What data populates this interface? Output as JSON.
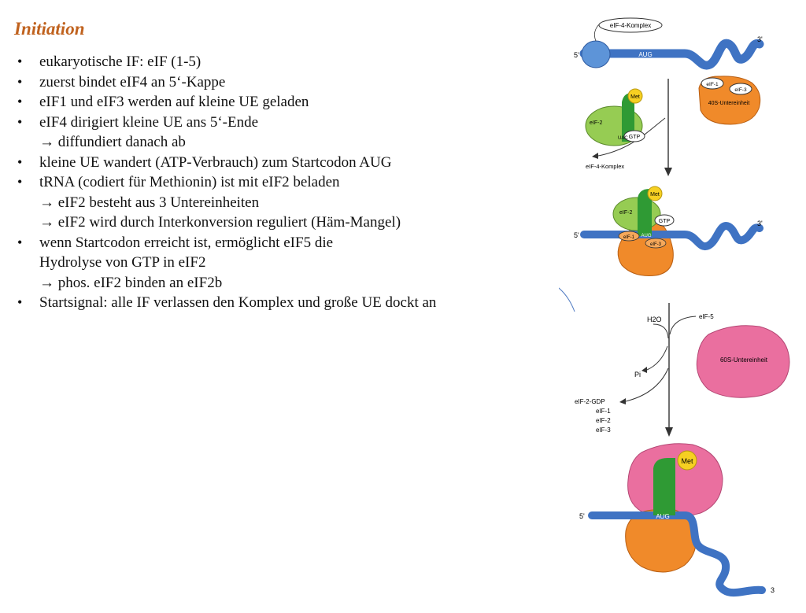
{
  "title": "Initiation",
  "bullets": [
    {
      "text": "eukaryotische IF: eIF (1-5)",
      "subs": []
    },
    {
      "text": "zuerst bindet eIF4 an 5‘-Kappe",
      "subs": []
    },
    {
      "text": "eIF1 und eIF3 werden auf kleine UE geladen",
      "subs": []
    },
    {
      "text": "eIF4 dirigiert kleine UE ans 5‘-Ende",
      "subs": [
        "→ diffundiert danach ab"
      ]
    },
    {
      "text": "kleine UE wandert (ATP-Verbrauch) zum Startcodon AUG",
      "subs": []
    },
    {
      "text": "tRNA (codiert für Methionin) ist mit eIF2 beladen",
      "subs": [
        "→ eIF2 besteht aus 3 Untereinheiten",
        "→ eIF2 wird durch Interkonversion reguliert (Häm-Mangel)"
      ]
    },
    {
      "text": "wenn Startcodon erreicht ist, ermöglicht eIF5 die",
      "subs": [
        "Hydrolyse von GTP in eIF2",
        "→ phos. eIF2 binden an eIF2b"
      ]
    },
    {
      "text": "Startsignal: alle IF verlassen den Komplex und große UE dockt an",
      "subs": []
    }
  ],
  "diagram": {
    "eif4_complex_top": "eIF-4-Komplex",
    "five_prime": "5'",
    "three_prime": "3'",
    "three_prime_last": "3",
    "aug": "AUG",
    "met": "Met",
    "eif2": "eIF-2",
    "gtp": "GTP",
    "uac": "UAC",
    "eif1": "eIF-1",
    "eif3": "eIF-3",
    "small_subunit": "40S-Untereinheit",
    "eif4_complex_released": "eIF-4-Komplex",
    "h2o": "H2O",
    "eif5": "eIF-5",
    "pi": "Pi",
    "large_subunit": "60S-Untereinheit",
    "released": [
      "eIF-2-GDP",
      "eIF-1",
      "eIF-2",
      "eIF-3"
    ]
  },
  "colors": {
    "title": "#c0621e",
    "mrna": "#3f73c3",
    "small_subunit": "#f08a2a",
    "large_subunit": "#ea6f9f",
    "eif2": "#96cc53",
    "trna": "#2f9a34",
    "met": "#f6d022"
  }
}
